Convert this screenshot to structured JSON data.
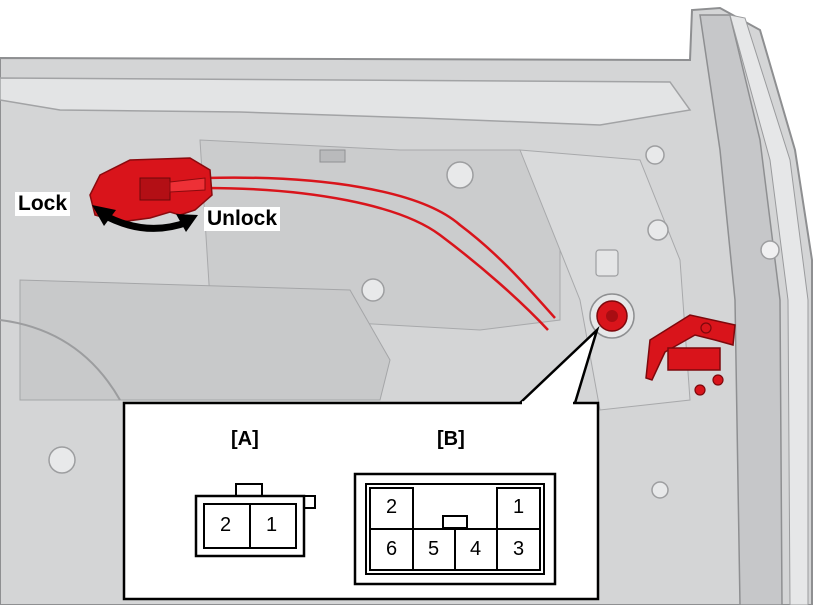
{
  "labels": {
    "lock": "Lock",
    "unlock": "Unlock"
  },
  "connectors": {
    "a": {
      "title": "[A]",
      "pins": [
        "2",
        "1"
      ]
    },
    "b": {
      "title": "[B]",
      "pins": [
        "2",
        "1",
        "6",
        "5",
        "4",
        "3"
      ]
    }
  },
  "colors": {
    "highlight_red": "#d9141b",
    "panel_gray": "#d4d5d6",
    "edge_gray": "#9a9b9d",
    "outline_black": "#000000"
  }
}
